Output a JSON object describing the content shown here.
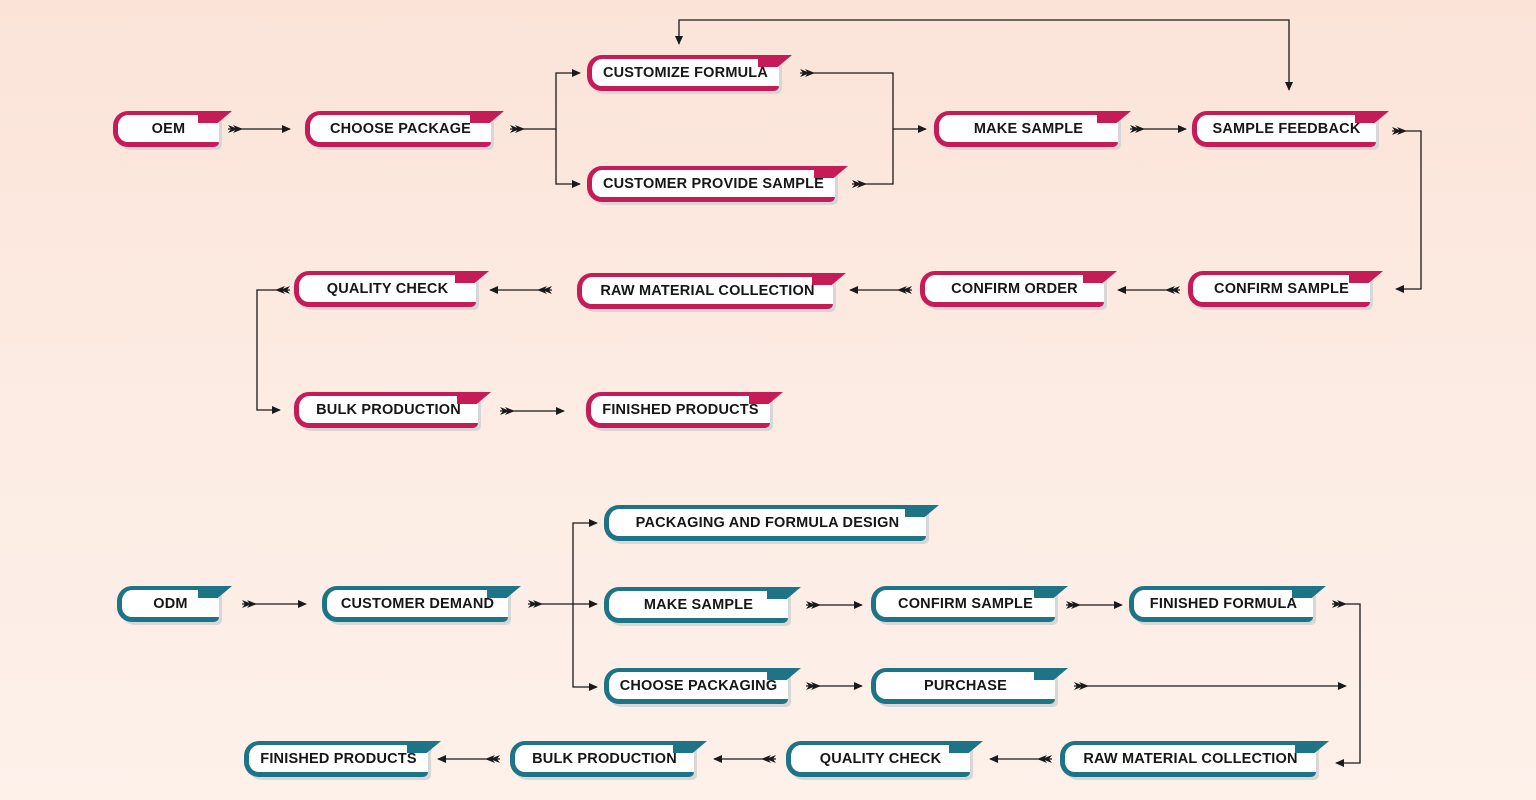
{
  "colors": {
    "oem": "#c51b56",
    "odm": "#1e7487",
    "line": "#1a1a1a",
    "background": "#fbe6dc"
  },
  "oem": {
    "oem": "OEM",
    "choose_package": "CHOOSE PACKAGE",
    "customize_formula": "CUSTOMIZE FORMULA",
    "customer_provide_sample": "CUSTOMER PROVIDE SAMPLE",
    "make_sample": "MAKE SAMPLE",
    "sample_feedback": "SAMPLE FEEDBACK",
    "confirm_sample": "CONFIRM SAMPLE",
    "confirm_order": "CONFIRM ORDER",
    "raw_material_collection": "RAW MATERIAL COLLECTION",
    "quality_check": "QUALITY CHECK",
    "bulk_production": "BULK PRODUCTION",
    "finished_products": "FINISHED PRODUCTS"
  },
  "odm": {
    "odm": "ODM",
    "customer_demand": "CUSTOMER DEMAND",
    "packaging_and_formula_design": "PACKAGING AND FORMULA DESIGN",
    "make_sample": "MAKE SAMPLE",
    "confirm_sample": "CONFIRM SAMPLE",
    "finished_formula": "FINISHED FORMULA",
    "choose_packaging": "CHOOSE PACKAGING",
    "purchase": "PURCHASE",
    "raw_material_collection": "RAW MATERIAL COLLECTION",
    "quality_check": "QUALITY CHECK",
    "bulk_production": "BULK PRODUCTION",
    "finished_products": "FINISHED PRODUCTS"
  },
  "edges": [
    [
      "oem.oem",
      "oem.choose_package"
    ],
    [
      "oem.choose_package",
      "oem.customize_formula"
    ],
    [
      "oem.choose_package",
      "oem.customer_provide_sample"
    ],
    [
      "oem.customize_formula",
      "oem.make_sample"
    ],
    [
      "oem.customer_provide_sample",
      "oem.make_sample"
    ],
    [
      "oem.make_sample",
      "oem.sample_feedback"
    ],
    [
      "oem.sample_feedback",
      "oem.customize_formula"
    ],
    [
      "oem.sample_feedback",
      "oem.confirm_sample"
    ],
    [
      "oem.confirm_sample",
      "oem.confirm_order"
    ],
    [
      "oem.confirm_order",
      "oem.raw_material_collection"
    ],
    [
      "oem.raw_material_collection",
      "oem.quality_check"
    ],
    [
      "oem.quality_check",
      "oem.bulk_production"
    ],
    [
      "oem.bulk_production",
      "oem.finished_products"
    ],
    [
      "odm.odm",
      "odm.customer_demand"
    ],
    [
      "odm.customer_demand",
      "odm.packaging_and_formula_design"
    ],
    [
      "odm.customer_demand",
      "odm.make_sample"
    ],
    [
      "odm.customer_demand",
      "odm.choose_packaging"
    ],
    [
      "odm.make_sample",
      "odm.confirm_sample"
    ],
    [
      "odm.confirm_sample",
      "odm.finished_formula"
    ],
    [
      "odm.choose_packaging",
      "odm.purchase"
    ],
    [
      "odm.finished_formula",
      "odm.raw_material_collection"
    ],
    [
      "odm.purchase",
      "odm.raw_material_collection"
    ],
    [
      "odm.raw_material_collection",
      "odm.quality_check"
    ],
    [
      "odm.quality_check",
      "odm.bulk_production"
    ],
    [
      "odm.bulk_production",
      "odm.finished_products"
    ]
  ]
}
